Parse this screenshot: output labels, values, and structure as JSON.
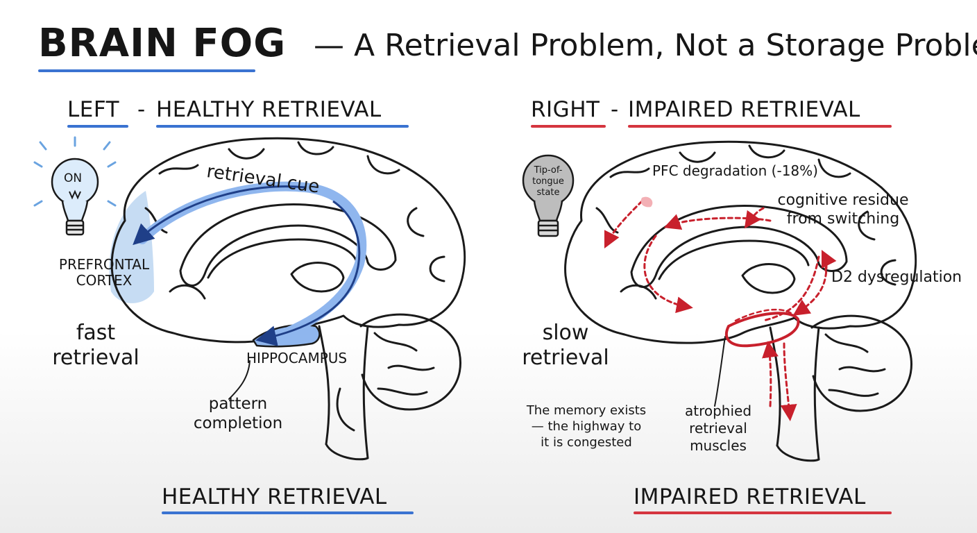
{
  "title": {
    "main": "BRAIN FOG",
    "sub": "— A Retrieval Problem, Not a Storage Problem"
  },
  "left": {
    "heading_side": "LEFT",
    "heading_dash": "-",
    "heading_text": "HEALTHY RETRIEVAL",
    "bulb_label": "ON",
    "label_cue": "retrieval cue",
    "label_pfc_1": "PREFRONTAL",
    "label_pfc_2": "CORTEX",
    "label_speed_1": "fast",
    "label_speed_2": "retrieval",
    "label_hippo": "HIPPOCAMPUS",
    "label_pattern_1": "pattern",
    "label_pattern_2": "completion",
    "footer": "HEALTHY RETRIEVAL"
  },
  "right": {
    "heading_side": "RIGHT",
    "heading_dash": "-",
    "heading_text": "IMPAIRED RETRIEVAL",
    "bulb_label_1": "Tip-of-",
    "bulb_label_2": "tongue",
    "bulb_label_3": "state",
    "label_pfc": "PFC degradation (-18%)",
    "label_residue_1": "cognitive residue",
    "label_residue_2": "from switching",
    "label_d2": "D2 dysregulation",
    "label_speed_1": "slow",
    "label_speed_2": "retrieval",
    "label_memory_1": "The memory exists",
    "label_memory_2": "— the highway to",
    "label_memory_3": "it is congested",
    "label_atrophy_1": "atrophied",
    "label_atrophy_2": "retrieval",
    "label_atrophy_3": "muscles",
    "footer": "IMPAIRED RETRIEVAL"
  },
  "colors": {
    "healthy": "#3a73d1",
    "impaired": "#d5353f",
    "ink": "#161616"
  }
}
